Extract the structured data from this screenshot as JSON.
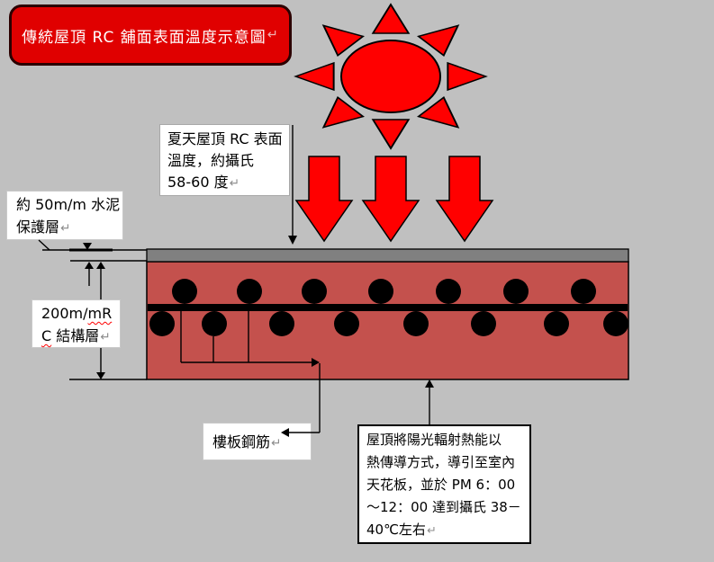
{
  "title_box": {
    "text": "傳統屋頂 RC 舖面表面溫度示意圖"
  },
  "marks": {
    "return": "↵"
  },
  "labels": {
    "summer": {
      "line1": "夏天屋頂 RC 表面",
      "line2": "溫度，約攝氏",
      "line3": "58-60 度"
    },
    "cement": {
      "line1": "約 50m/m 水泥",
      "line2": "保護層"
    },
    "rc": {
      "l1_normal": "200m/",
      "l1_misspelled": "mR",
      "l2_misspelled": "C",
      "l2_normal": " 結構層"
    },
    "rebar": {
      "text": "樓板鋼筋"
    },
    "heat": {
      "line1": "屋頂將陽光輻射熱能以",
      "line2": "熱傳導方式，導引至室內",
      "line3": "天花板，並於 PM 6：00",
      "line4": "～12：00 達到攝氏 38－",
      "line5": "40℃左右"
    }
  },
  "colors": {
    "background": "#c0c0c0",
    "title_red": "#e00000",
    "sun_red": "#ff0000",
    "arrow_red": "#ff0000",
    "roof_red": "#c4514d",
    "screed_gray": "#808080",
    "rebar_black": "#000000"
  }
}
